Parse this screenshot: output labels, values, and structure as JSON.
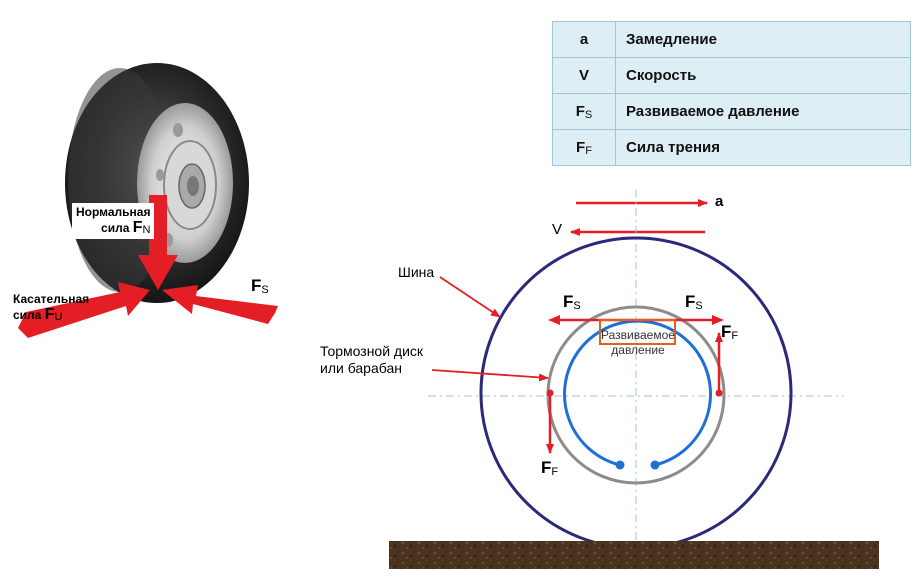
{
  "legend": {
    "rows": [
      {
        "symbol": "a",
        "sub": "",
        "description": "Замедление"
      },
      {
        "symbol": "V",
        "sub": "",
        "description": "Скорость"
      },
      {
        "symbol": "F",
        "sub": "S",
        "description": "Развиваемое давление"
      },
      {
        "symbol": "F",
        "sub": "F",
        "description": "Сила трения"
      }
    ]
  },
  "left_figure": {
    "normal_force": {
      "line1": "Нормальная",
      "line2": "сила",
      "symbol": "F",
      "sub": "N"
    },
    "tangential_force": {
      "line1": "Касательная",
      "line2": "сила",
      "symbol": "F",
      "sub": "U"
    },
    "pressure_force": {
      "symbol": "F",
      "sub": "S"
    }
  },
  "right_figure": {
    "accel": "a",
    "velocity": "V",
    "tire_label": "Шина",
    "brake_label_line1": "Тормозной диск",
    "brake_label_line2": "или барабан",
    "fs_left": {
      "symbol": "F",
      "sub": "S"
    },
    "fs_right": {
      "symbol": "F",
      "sub": "S"
    },
    "ff_right": {
      "symbol": "F",
      "sub": "F"
    },
    "ff_left": {
      "symbol": "F",
      "sub": "F"
    },
    "pressure_line1": "Развиваемое",
    "pressure_line2": "давление"
  },
  "colors": {
    "arrow_red": "#e31e24",
    "tire_outline": "#2b2a7a",
    "drum_gray": "#8c8c8c",
    "shoe_blue": "#1f6fd6",
    "ground_brown": "#4a3420"
  }
}
